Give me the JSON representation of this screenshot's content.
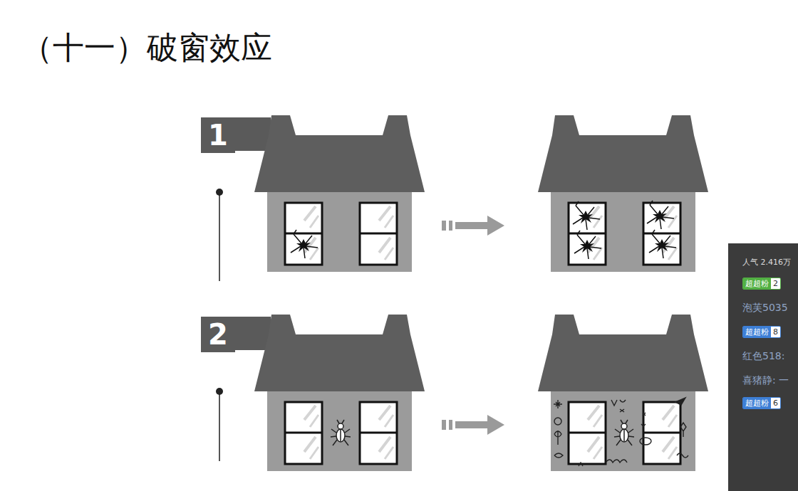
{
  "diagram": {
    "title": "（十一）破窗效应",
    "nodes": [
      {
        "text": [
          "1"
        ]
      },
      {
        "text": [
          "2"
        ]
      },
      {
        "text": [
          "超超粉",
          "2"
        ]
      },
      {
        "text": [
          "超超粉",
          "8"
        ]
      },
      {
        "text": [
          "超超粉",
          "6"
        ]
      }
    ],
    "labels": [
      "人气 2.416万",
      "泡芙5035",
      "红色518:",
      "喜猪静: 一"
    ]
  }
}
